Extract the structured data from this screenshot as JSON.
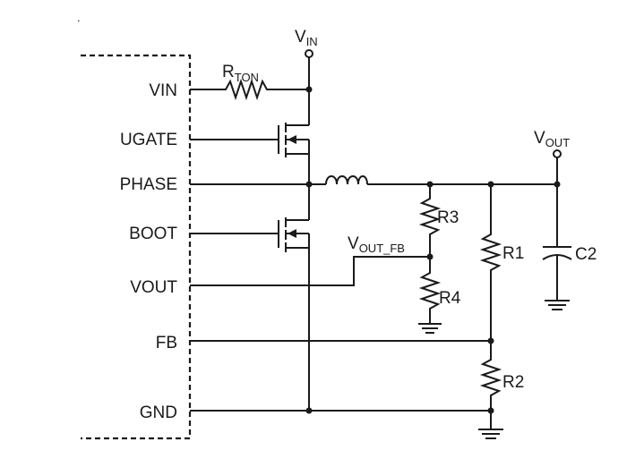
{
  "pins": {
    "vin": "VIN",
    "ugate": "UGATE",
    "phase": "PHASE",
    "boot": "BOOT",
    "vout": "VOUT",
    "fb": "FB",
    "gnd": "GND"
  },
  "nets": {
    "vin_top": {
      "main": "V",
      "sub": "IN"
    },
    "vout_top": {
      "main": "V",
      "sub": "OUT"
    },
    "vout_fb": {
      "main": "V",
      "sub": "OUT_FB"
    }
  },
  "components": {
    "rton": {
      "main": "R",
      "sub": "TON"
    },
    "r1": "R1",
    "r2": "R2",
    "r3": "R3",
    "r4": "R4",
    "c2": "C2"
  },
  "marks": {
    "corner_dot": "."
  }
}
